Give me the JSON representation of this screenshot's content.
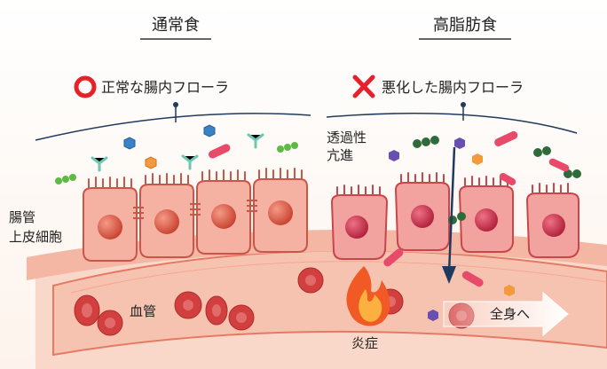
{
  "headings": {
    "left": "通常食",
    "right": "高脂肪食"
  },
  "flora": {
    "normal": "正常な腸内フローラ",
    "bad": "悪化した腸内フローラ"
  },
  "labels": {
    "permeability_line1": "透過性",
    "permeability_line2": "亢進",
    "epithelium_line1": "腸管",
    "epithelium_line2": "上皮細胞",
    "blood_vessel": "血管",
    "inflammation": "炎症",
    "whole_body": "全身へ"
  },
  "colors": {
    "normal_mark": "#e8202a",
    "bad_mark": "#e8202a",
    "heading_underline": "#333333",
    "mucus_line": "#1f3a5c",
    "cell_body": "#f2a899",
    "cell_border": "#c8574a",
    "nucleus": "#d8533f",
    "vessel": "#f7c9b9",
    "vessel_edge": "#e57a64",
    "blood_cell": "#d23f3f",
    "arrow_blue": "#1f3a5c",
    "flame_outer": "#f15a24",
    "flame_inner": "#fbb040"
  },
  "icons": {
    "normal_mark": "circle-o-icon",
    "bad_mark": "cross-x-icon",
    "flame": "flame-icon",
    "arrow": "right-arrow-icon"
  }
}
